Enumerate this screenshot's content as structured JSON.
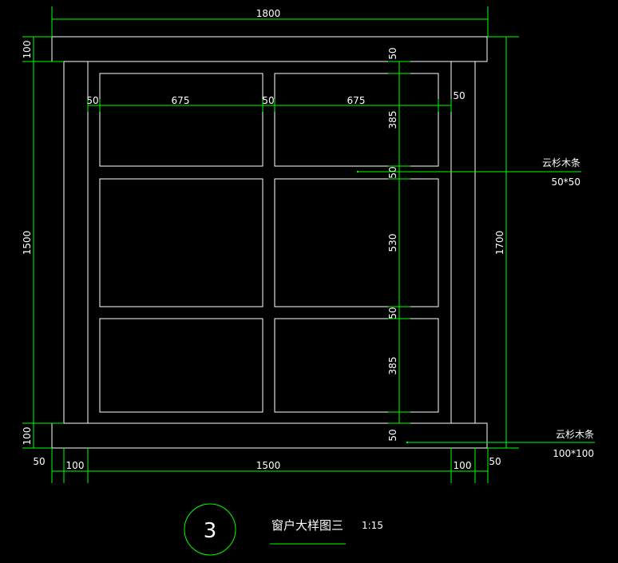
{
  "dimensions": {
    "top_total": "1800",
    "left_top": "100",
    "left_middle": "1500",
    "left_bottom": "100",
    "right_total": "1700",
    "bottom_left_outer": "50",
    "bottom_left_inner": "100",
    "bottom_middle": "1500",
    "bottom_right_inner": "100",
    "bottom_right_outer": "50",
    "row_frame_left": "50",
    "row_pane_left": "675",
    "row_mullion": "50",
    "row_pane_right": "675",
    "row_frame_right": "50",
    "col_top_frame": "50",
    "col_top_pane": "385",
    "col_rail_1": "50",
    "col_mid_pane": "530",
    "col_rail_2": "50",
    "col_bottom_pane": "385",
    "col_bottom_frame": "50"
  },
  "labels": {
    "note1_name": "云杉木条",
    "note1_size": "50*50",
    "note2_name": "云杉木条",
    "note2_size": "100*100"
  },
  "title": {
    "number": "3",
    "text": "窗户大样图三",
    "scale": "1:15"
  },
  "colors": {
    "background": "#000000",
    "dimension_line": "#00ff00",
    "outline": "#ffffff",
    "text": "#ffffff"
  }
}
